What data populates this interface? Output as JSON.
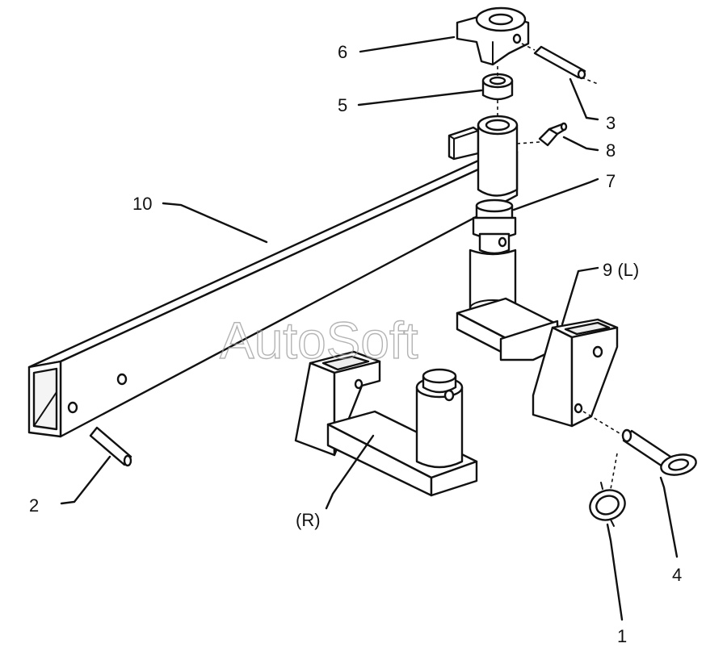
{
  "watermark": "AutoSoft",
  "callouts": {
    "p1": "1",
    "p2": "2",
    "p3": "3",
    "p4": "4",
    "p5": "5",
    "p6": "6",
    "p7": "7",
    "p8": "8",
    "p9": "9 (L)",
    "p10": "10",
    "right": "(R)"
  }
}
